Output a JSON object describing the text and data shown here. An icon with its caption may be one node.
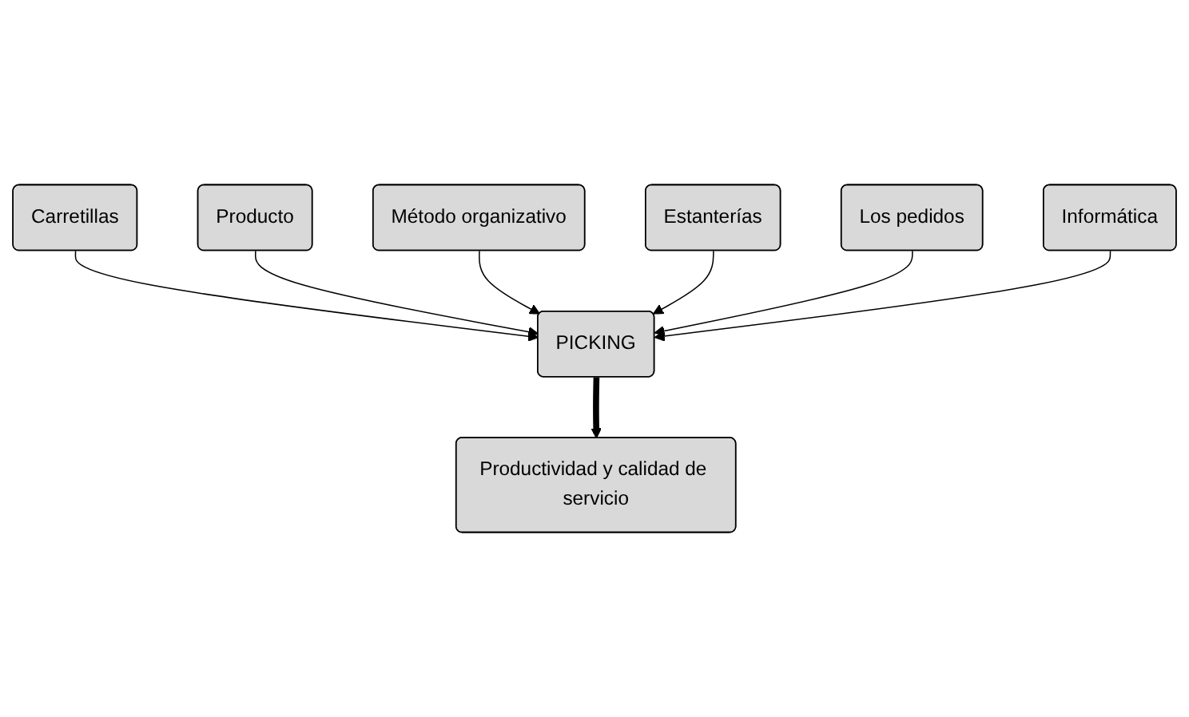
{
  "diagram": {
    "nodes": [
      {
        "text": [
          "Carretillas"
        ]
      },
      {
        "text": [
          "Producto"
        ]
      },
      {
        "text": [
          "Método organizativo"
        ]
      },
      {
        "text": [
          "PICKING"
        ]
      },
      {
        "text": [
          "Estanterías"
        ]
      },
      {
        "text": [
          "Los pedidos"
        ]
      },
      {
        "text": [
          "Informática"
        ]
      },
      {
        "text": [
          "Productividad y calidad de servicio"
        ]
      }
    ],
    "edges": [
      {
        "from": 0,
        "to": 3,
        "arrow": "to"
      },
      {
        "from": 1,
        "to": 3,
        "arrow": "to"
      },
      {
        "from": 2,
        "to": 3,
        "arrow": "to"
      },
      {
        "from": 4,
        "to": 3,
        "arrow": "to"
      },
      {
        "from": 5,
        "to": 3,
        "arrow": "to"
      },
      {
        "from": 6,
        "to": 3,
        "arrow": "to"
      },
      {
        "from": 3,
        "to": 7,
        "arrow": "to",
        "style": "thick"
      }
    ]
  }
}
